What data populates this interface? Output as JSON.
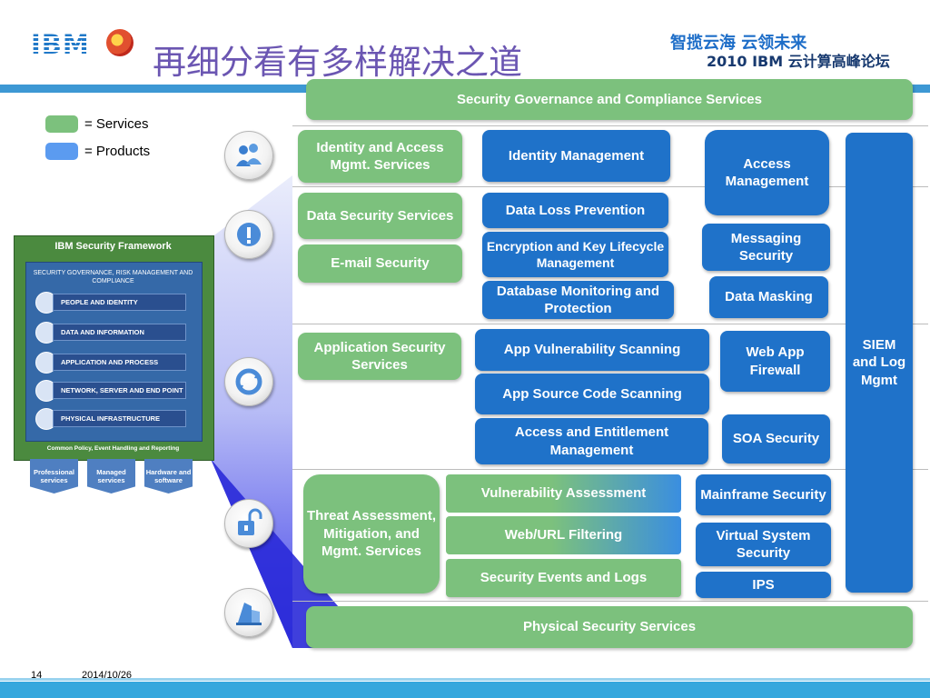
{
  "header": {
    "title": "再细分看有多样解决之道",
    "logo_text": "IBM",
    "slogan_line1": "智揽云海  云领未来",
    "slogan_line2": "2010 IBM 云计算高峰论坛"
  },
  "legend": {
    "services_label": "= Services",
    "products_label": "= Products",
    "services_color": "#7cc17d",
    "products_color": "#5b9bf0"
  },
  "framework": {
    "title": "IBM Security Framework",
    "governance": "SECURITY GOVERNANCE, RISK MANAGEMENT AND COMPLIANCE",
    "rows": [
      "PEOPLE AND IDENTITY",
      "DATA AND INFORMATION",
      "APPLICATION AND PROCESS",
      "NETWORK, SERVER AND END POINT",
      "PHYSICAL INFRASTRUCTURE"
    ],
    "footer": "Common Policy, Event Handling and Reporting",
    "tabs": [
      "Professional services",
      "Managed services",
      "Hardware and software"
    ]
  },
  "icons": [
    "people-icon",
    "data-icon",
    "process-icon",
    "lock-icon",
    "building-icon"
  ],
  "top_bar": "Security Governance and Compliance Services",
  "bottom_bar": "Physical Security Services",
  "siem": "SIEM and Log Mgmt",
  "people": {
    "service": "Identity and Access Mgmt. Services",
    "identity_mgmt": "Identity Management",
    "access_mgmt": "Access Management"
  },
  "data": {
    "service": "Data Security Services",
    "email": "E-mail Security",
    "dlp": "Data Loss Prevention",
    "encryption": "Encryption and Key Lifecycle Management",
    "db_monitor": "Database Monitoring and Protection",
    "messaging": "Messaging Security",
    "masking": "Data Masking"
  },
  "app": {
    "service": "Application Security Services",
    "vuln_scan": "App Vulnerability Scanning",
    "source_scan": "App Source Code Scanning",
    "entitlement": "Access and Entitlement Management",
    "waf": "Web App Firewall",
    "soa": "SOA Security"
  },
  "threat": {
    "service": "Threat Assessment, Mitigation, and Mgmt. Services",
    "vuln_assess": "Vulnerability  Assessment",
    "url_filter": "Web/URL Filtering",
    "events_logs": "Security Events and Logs",
    "mainframe": "Mainframe Security",
    "virtual": "Virtual System Security",
    "ips": "IPS"
  },
  "footer": {
    "page": "14",
    "date": "2014/10/26"
  }
}
